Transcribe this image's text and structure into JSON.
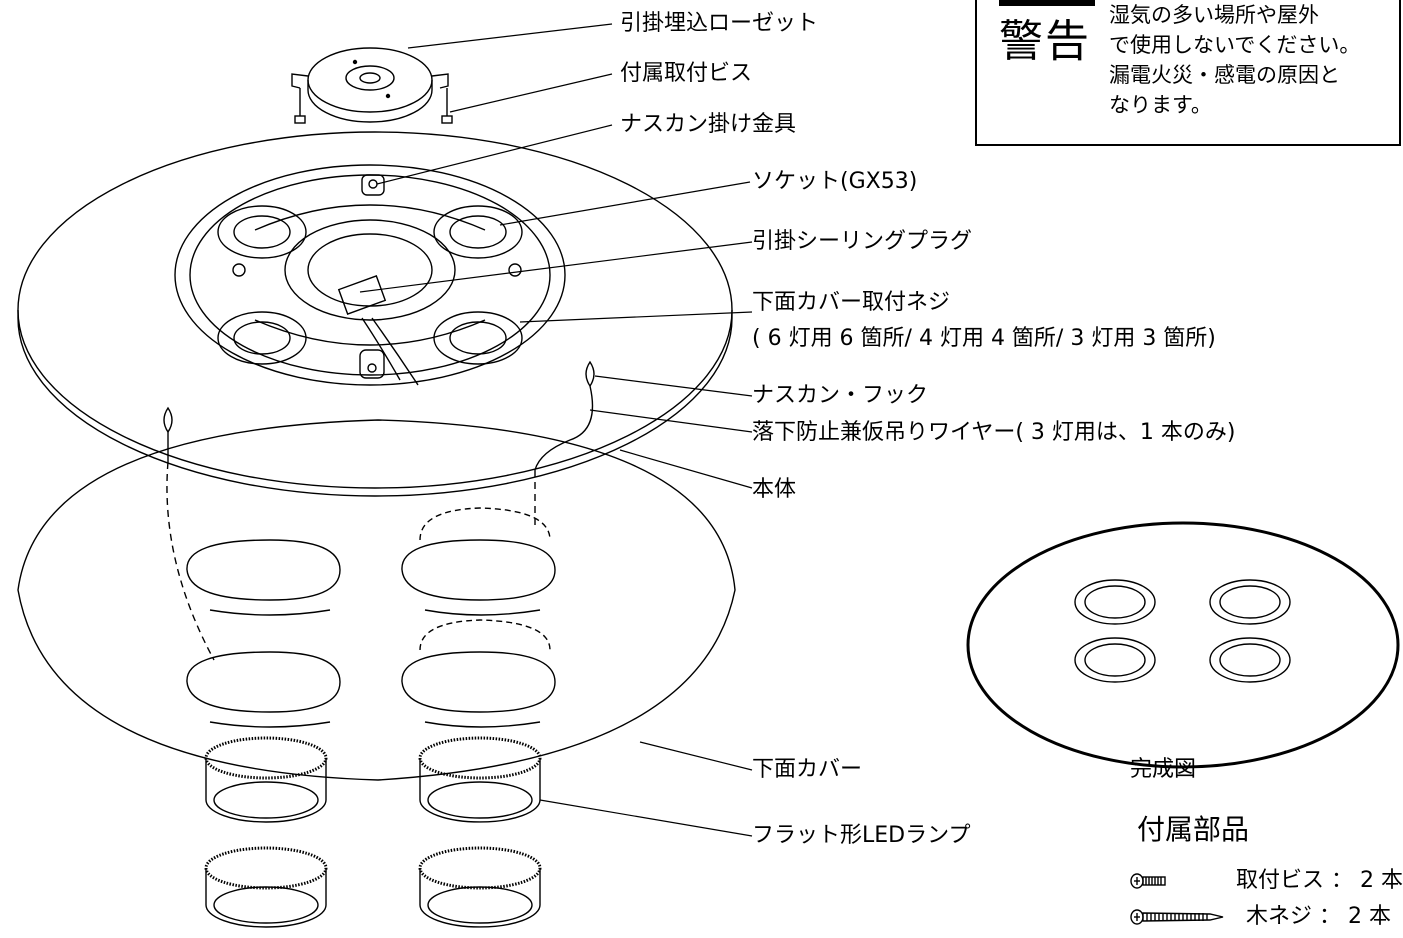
{
  "top_note": "",
  "labels": {
    "rosette": "引掛埋込ローゼット",
    "screws": "付属取付ビス",
    "nasukan_bracket": "ナスカン掛け金具",
    "socket": "ソケット(GX53)",
    "plug": "引掛シーリングプラグ",
    "cover_screw": "下面カバー取付ネジ",
    "cover_screw_note": "( 6 灯用 6 箇所/ 4 灯用 4 箇所/ 3 灯用 3 箇所)",
    "hook": "ナスカン・フック",
    "wire": "落下防止兼仮吊りワイヤー( 3 灯用は、1 本のみ)",
    "body": "本体",
    "bottom_cover": "下面カバー",
    "led_lamp": "フラット形LEDランプ"
  },
  "warning": {
    "title": "警告",
    "text": "湿気の多い場所や屋外\nで使用しないでください。\n漏電火災・感電の原因と\nなります。"
  },
  "completed_label": "完成図",
  "accessories": {
    "title": "付属部品",
    "items": [
      {
        "name": "取付ビス",
        "sep": "：",
        "qty": "2 本",
        "icon": "screw-icon"
      },
      {
        "name": "木ネジ",
        "sep": "：",
        "qty": "2 本",
        "icon": "wood-screw-icon"
      }
    ]
  }
}
